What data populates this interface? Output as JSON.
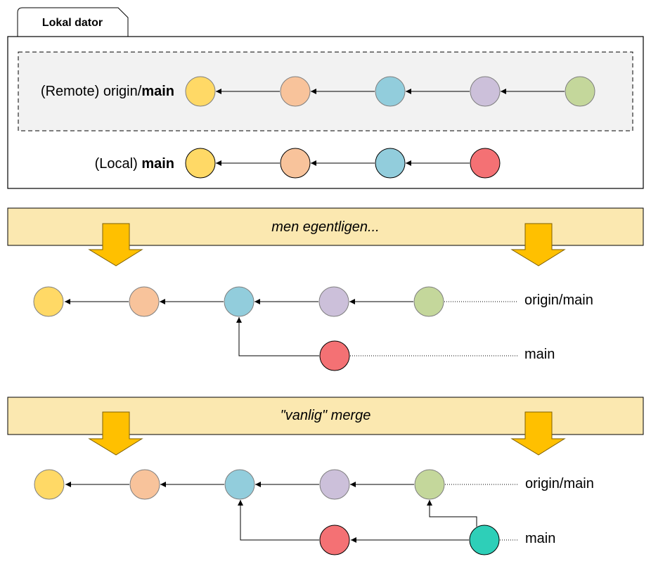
{
  "tab_label": "Lokal dator",
  "remote_label": {
    "prefix": "(Remote) origin/",
    "bold": "main"
  },
  "local_label": {
    "prefix": "(Local) ",
    "bold": "main"
  },
  "banner1": "men egentligen...",
  "banner2": "\"vanlig\" merge",
  "section2": {
    "origin_label": "origin/main",
    "main_label": "main"
  },
  "section3": {
    "origin_label": "origin/main",
    "main_label": "main"
  },
  "colors": {
    "c1": "#FFD966",
    "c2": "#F8C39B",
    "c3": "#92CDDC",
    "c4": "#CCC0DA",
    "c5": "#C4D79B",
    "red": "#F47174",
    "merge": "#2ECFB8",
    "banner": "#FBE8B0",
    "arrow": "#FFC000",
    "remote_bg": "#F2F2F2"
  },
  "icons": {
    "down_arrow": "block-down-arrow-icon"
  }
}
